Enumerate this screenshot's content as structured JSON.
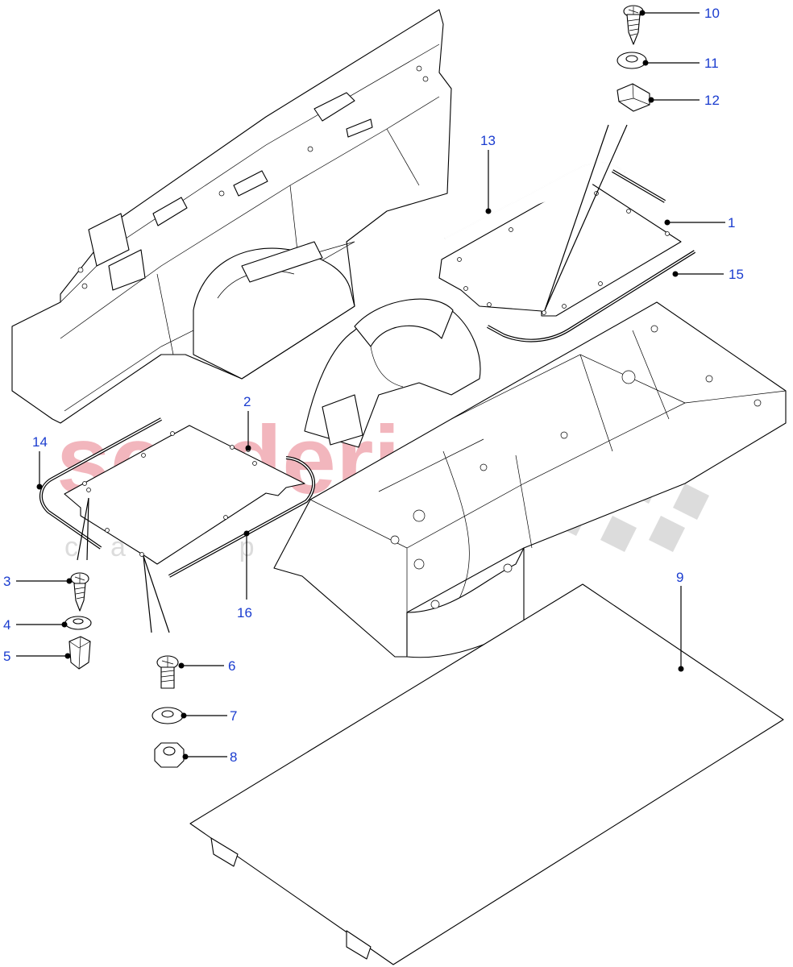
{
  "watermark": {
    "brand": "scuderia",
    "sub": "car parts"
  },
  "callouts": [
    {
      "id": "1",
      "label": "1"
    },
    {
      "id": "2",
      "label": "2"
    },
    {
      "id": "3",
      "label": "3"
    },
    {
      "id": "4",
      "label": "4"
    },
    {
      "id": "5",
      "label": "5"
    },
    {
      "id": "6",
      "label": "6"
    },
    {
      "id": "7",
      "label": "7"
    },
    {
      "id": "8",
      "label": "8"
    },
    {
      "id": "9",
      "label": "9"
    },
    {
      "id": "10",
      "label": "10"
    },
    {
      "id": "11",
      "label": "11"
    },
    {
      "id": "12",
      "label": "12"
    },
    {
      "id": "13",
      "label": "13"
    },
    {
      "id": "14",
      "label": "14"
    },
    {
      "id": "15",
      "label": "15"
    },
    {
      "id": "16",
      "label": "16"
    }
  ]
}
